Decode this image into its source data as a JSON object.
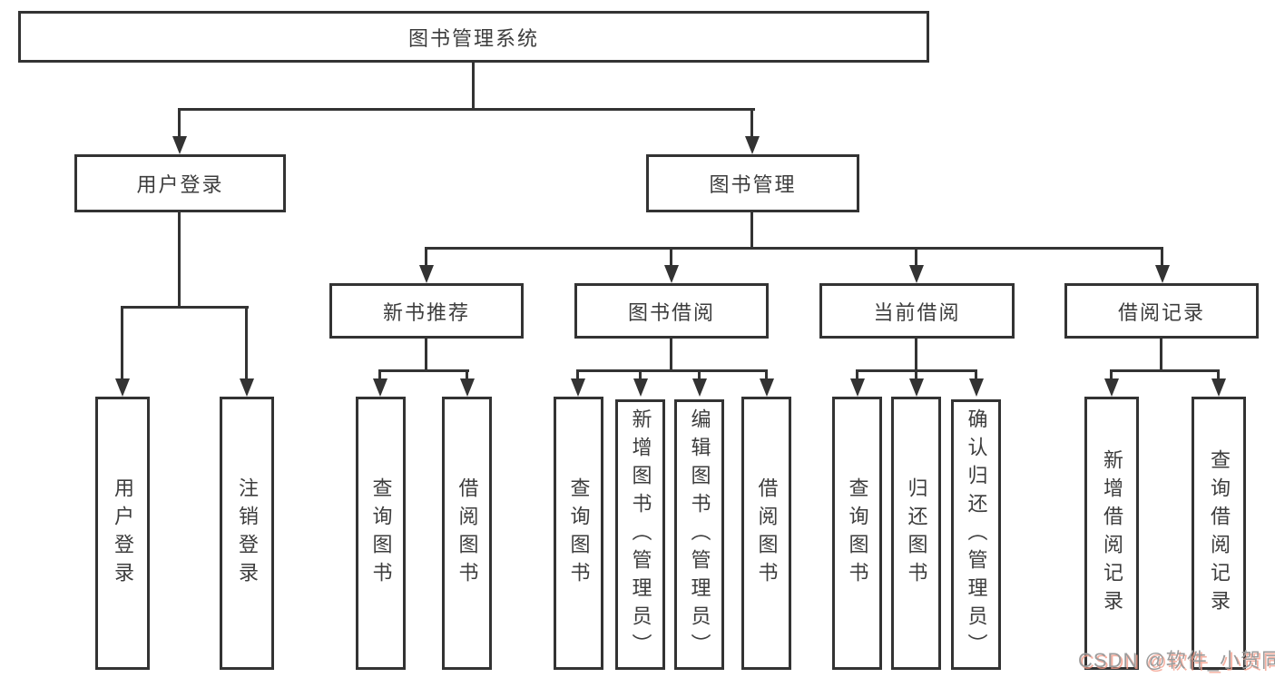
{
  "diagram": {
    "root": {
      "label": "图书管理系统"
    },
    "level2": {
      "user_login": {
        "label": "用户登录"
      },
      "book_mgmt": {
        "label": "图书管理"
      }
    },
    "level3": {
      "new_book_rec": {
        "label": "新书推荐"
      },
      "book_borrow": {
        "label": "图书借阅"
      },
      "current_borrow": {
        "label": "当前借阅"
      },
      "borrow_records": {
        "label": "借阅记录"
      }
    },
    "leaves": {
      "user_login": {
        "label": "用户登录"
      },
      "logout": {
        "label": "注销登录"
      },
      "nb_query": {
        "label": "查询图书"
      },
      "nb_borrow": {
        "label": "借阅图书"
      },
      "bb_query": {
        "label": "查询图书"
      },
      "bb_add": {
        "label": "新增图书（管理员）"
      },
      "bb_edit": {
        "label": "编辑图书（管理员）"
      },
      "bb_borrow": {
        "label": "借阅图书"
      },
      "cb_query": {
        "label": "查询图书"
      },
      "cb_return": {
        "label": "归还图书"
      },
      "cb_confirm": {
        "label": "确认归还（管理员）"
      },
      "br_add": {
        "label": "新增借阅记录"
      },
      "br_query": {
        "label": "查询借阅记录"
      }
    },
    "watermark": "CSDN @软件_小贺同学",
    "colors": {
      "line": "#333333",
      "text": "#3d3d3d",
      "box_background": "#ffffff",
      "watermark_grey": "#9b9b9b",
      "watermark_pink": "#f49c89"
    }
  }
}
